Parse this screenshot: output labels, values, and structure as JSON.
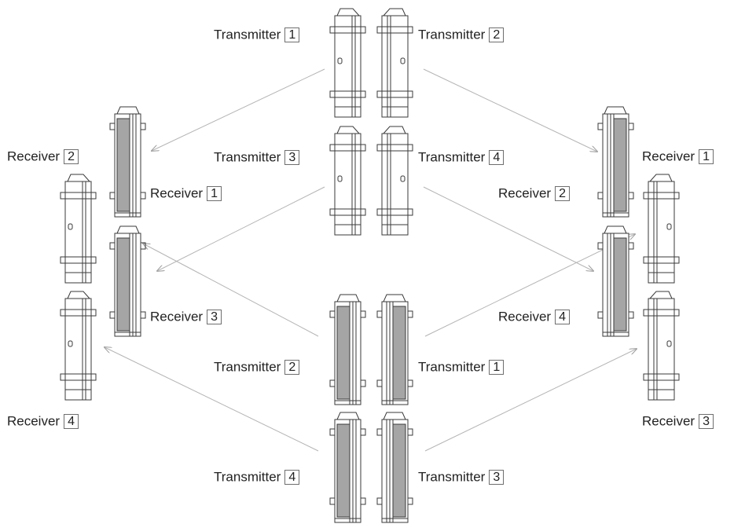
{
  "labels": {
    "top_tx1": {
      "text": "Transmitter",
      "num": "1"
    },
    "top_tx2": {
      "text": "Transmitter",
      "num": "2"
    },
    "top_tx3": {
      "text": "Transmitter",
      "num": "3"
    },
    "top_tx4": {
      "text": "Transmitter",
      "num": "4"
    },
    "left_rx2": {
      "text": "Receiver",
      "num": "2"
    },
    "left_rx1": {
      "text": "Receiver",
      "num": "1"
    },
    "left_rx3": {
      "text": "Receiver",
      "num": "3"
    },
    "left_rx4": {
      "text": "Receiver",
      "num": "4"
    },
    "right_rx1": {
      "text": "Receiver",
      "num": "1"
    },
    "right_rx2": {
      "text": "Receiver",
      "num": "2"
    },
    "right_rx4": {
      "text": "Receiver",
      "num": "4"
    },
    "right_rx3": {
      "text": "Receiver",
      "num": "3"
    },
    "bot_tx2": {
      "text": "Transmitter",
      "num": "2"
    },
    "bot_tx1": {
      "text": "Transmitter",
      "num": "1"
    },
    "bot_tx4": {
      "text": "Transmitter",
      "num": "4"
    },
    "bot_tx3": {
      "text": "Transmitter",
      "num": "3"
    }
  }
}
